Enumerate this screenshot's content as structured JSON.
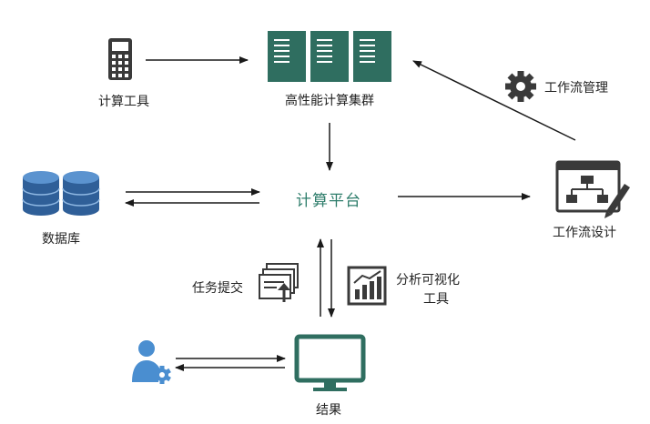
{
  "nodes": {
    "calculator": {
      "label": "计算工具"
    },
    "cluster": {
      "label": "高性能计算集群"
    },
    "database": {
      "label": "数据库"
    },
    "platform": {
      "label": "计算平台"
    },
    "workflow_design": {
      "label": "工作流设计"
    },
    "workflow_manage": {
      "label": "工作流管理"
    },
    "task_submit": {
      "label": "任务提交"
    },
    "analysis_tool": {
      "label_line1": "分析可视化",
      "label_line2": "工具"
    },
    "result": {
      "label": "结果"
    }
  },
  "colors": {
    "accent": "#2e7d6b",
    "server": "#2f6e60",
    "database": "#3f78b8",
    "icon_dark": "#3a3a3a",
    "user": "#4a8ed0",
    "arrow": "#1a1a1a"
  }
}
